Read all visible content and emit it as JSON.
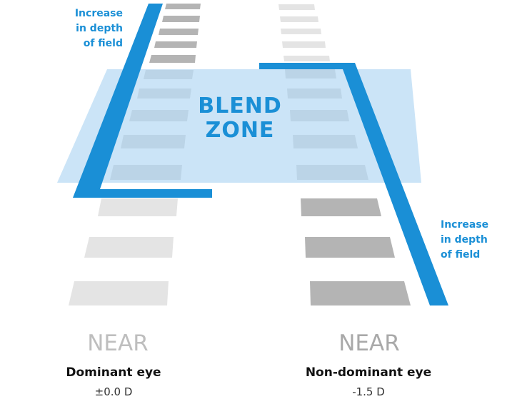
{
  "labels": {
    "depth_left": [
      "Increase",
      "in depth",
      "of field"
    ],
    "depth_right": [
      "Increase",
      "in depth",
      "of field"
    ],
    "blend_zone": [
      "BLEND",
      "ZONE"
    ],
    "near_left": "NEAR",
    "near_right": "NEAR",
    "eye_left": "Dominant eye",
    "eye_right": "Non-dominant eye",
    "power_left": "±0.0 D",
    "power_right": "-1.5 D"
  },
  "colors": {
    "accent_blue": "#1a8fd6",
    "blend_plane": "#bcdcf5",
    "bar_dark": "#b4b4b4",
    "bar_light": "#e4e4e4",
    "text_gray": "#a9a9a9"
  }
}
